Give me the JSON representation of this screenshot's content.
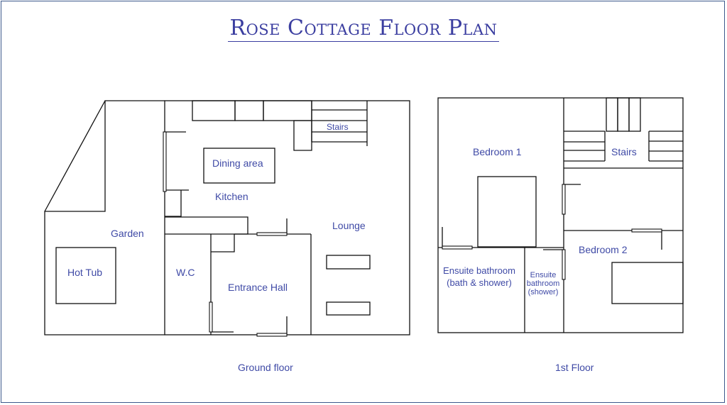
{
  "title": "Rose Cottage Floor Plan",
  "colors": {
    "line": "#111111",
    "text": "#3f4aa6",
    "title": "#3b3ea0",
    "frame": "#3d5a8c"
  },
  "ground_floor": {
    "caption": "Ground floor",
    "rooms": {
      "stairs": "Stairs",
      "dining_area": "Dining area",
      "kitchen": "Kitchen",
      "garden": "Garden",
      "hot_tub": "Hot Tub",
      "lounge": "Lounge",
      "wc": "W.C",
      "entrance_hall": "Entrance Hall"
    }
  },
  "first_floor": {
    "caption": "1st Floor",
    "rooms": {
      "bedroom_1": "Bedroom 1",
      "stairs": "Stairs",
      "bedroom_2": "Bedroom 2",
      "ensuite_1_line1": "Ensuite bathroom",
      "ensuite_1_line2": "(bath & shower)",
      "ensuite_2_line1": "Ensuite",
      "ensuite_2_line2": "bathroom",
      "ensuite_2_line3": "(shower)"
    }
  }
}
